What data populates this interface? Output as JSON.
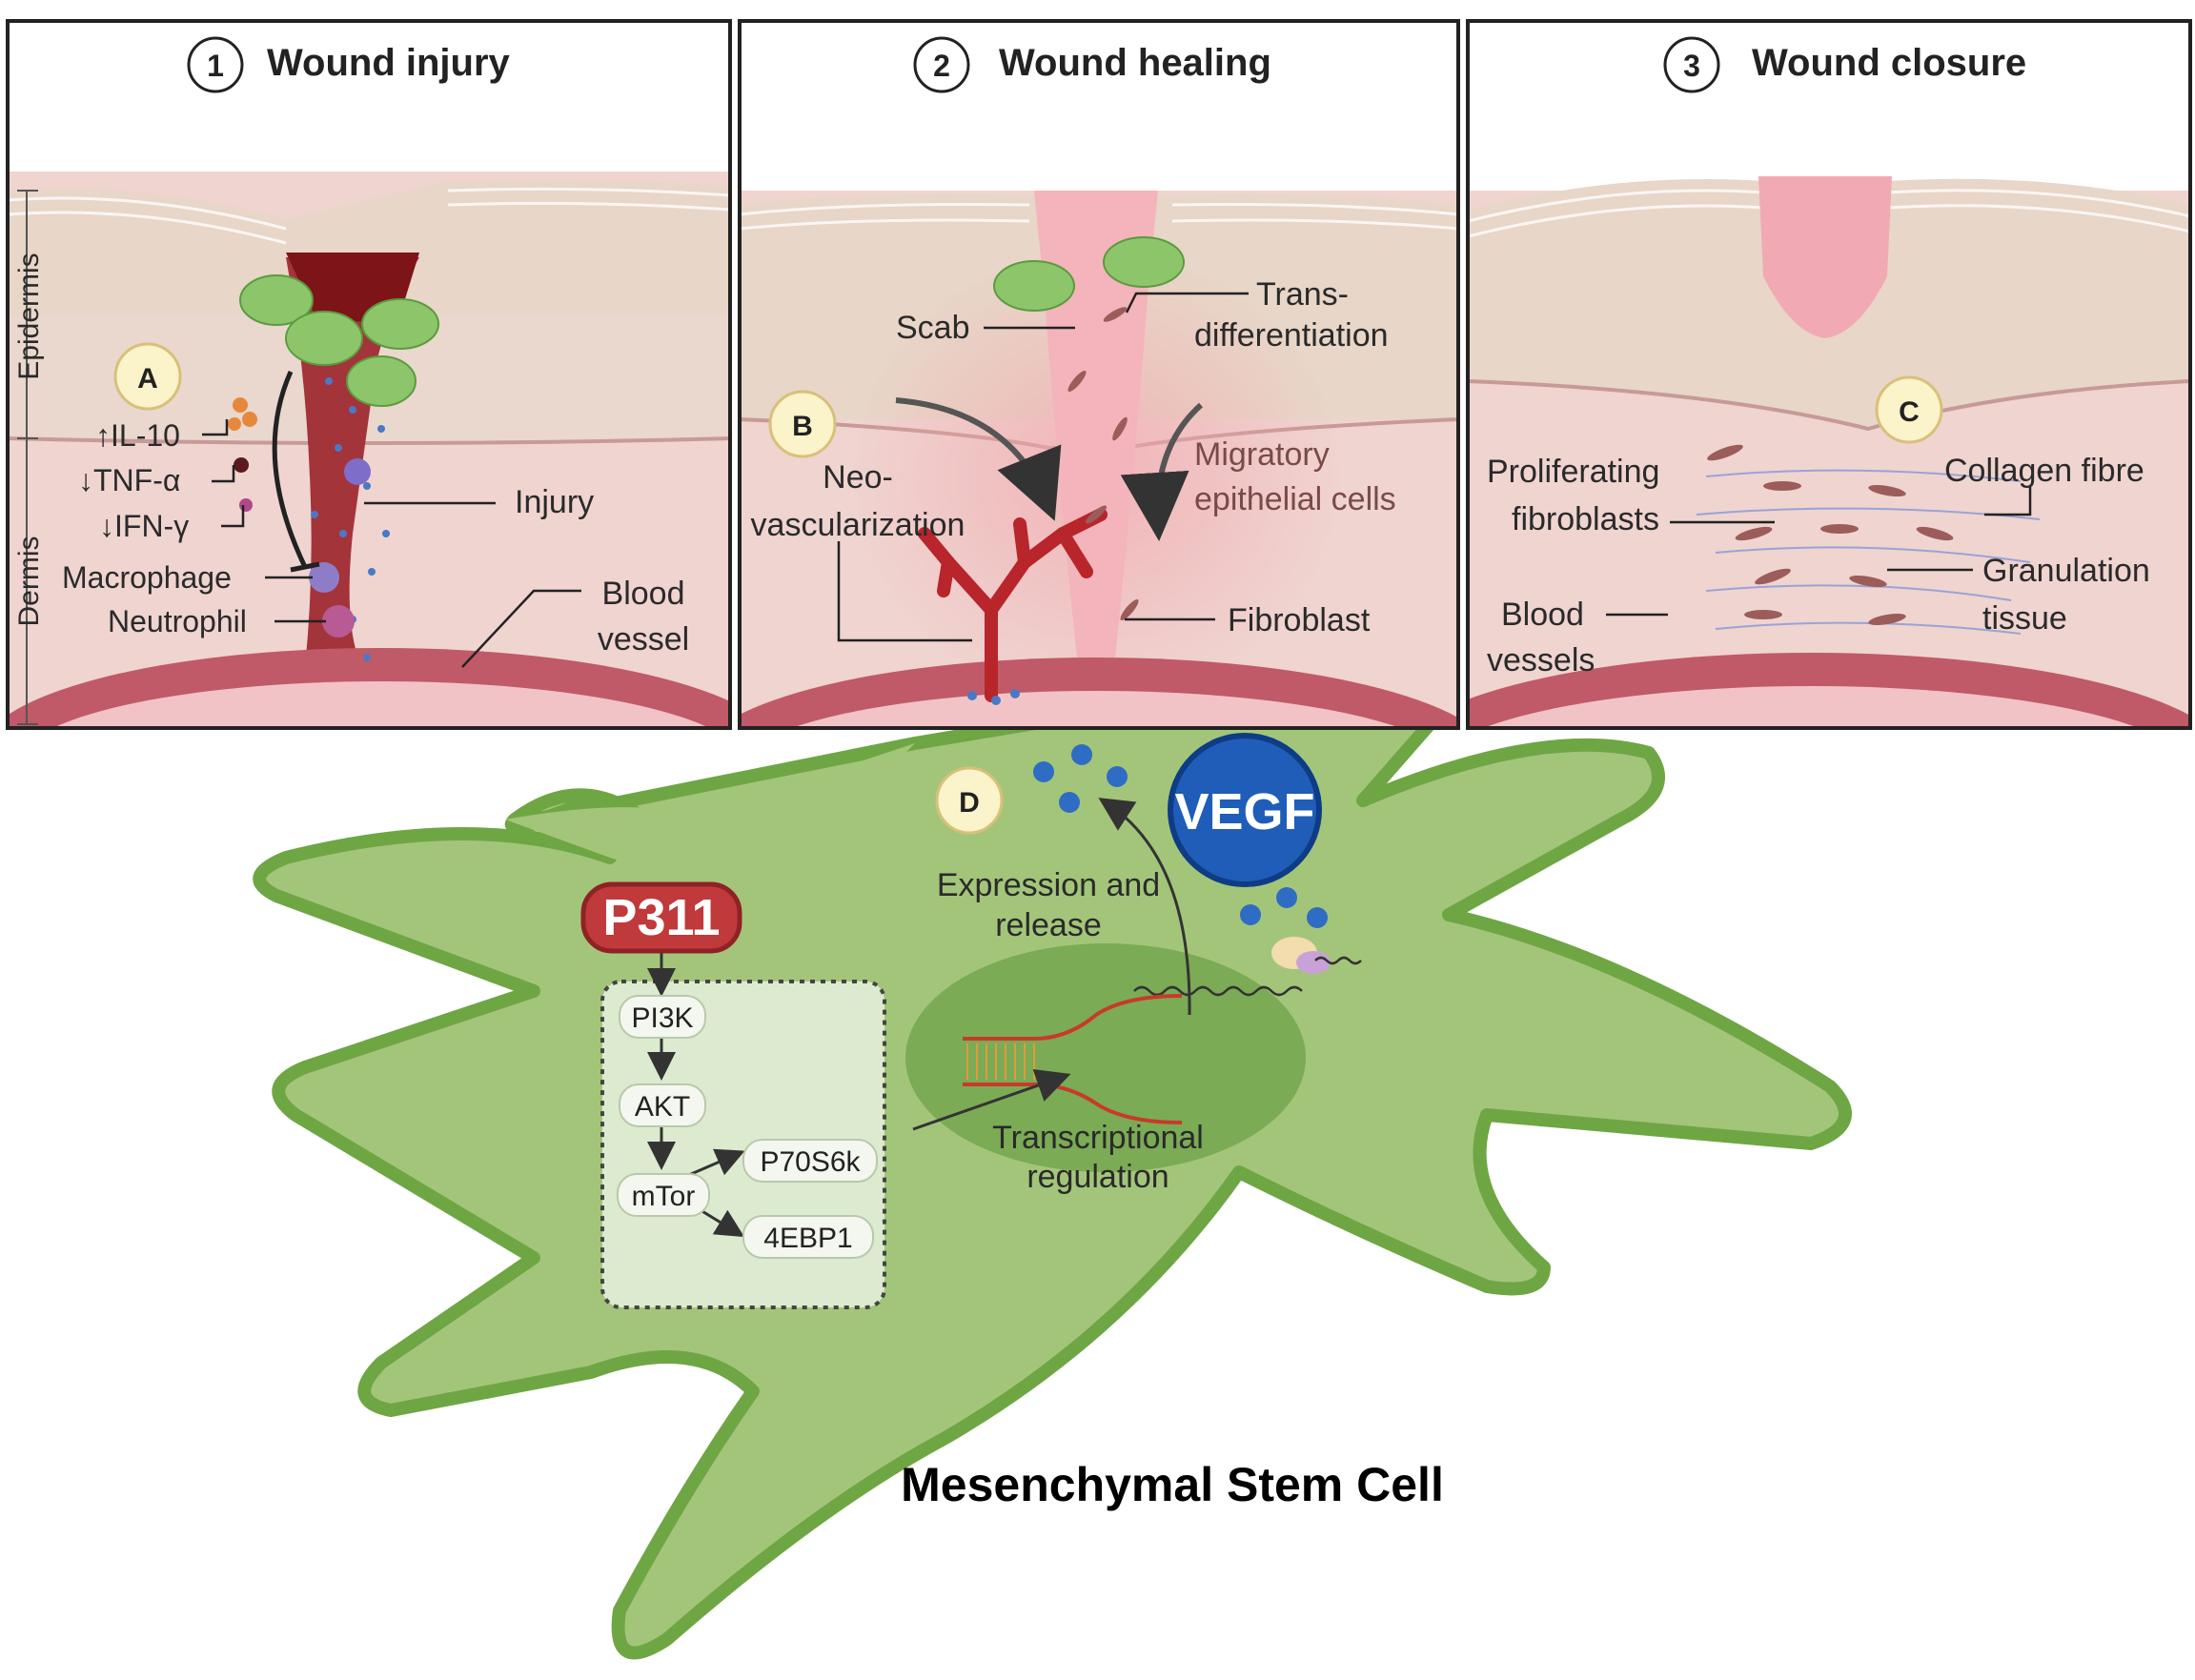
{
  "panels": [
    {
      "number": "1",
      "title": "Wound injury"
    },
    {
      "number": "2",
      "title": "Wound healing"
    },
    {
      "number": "3",
      "title": "Wound closure"
    }
  ],
  "layers": {
    "epidermis": "Epidermis",
    "dermis": "Dermis"
  },
  "panel1": {
    "badge": "A",
    "cytokines": [
      "↑IL-10",
      "↓TNF-α",
      "↓IFN-γ"
    ],
    "macrophage": "Macrophage",
    "neutrophil": "Neutrophil",
    "injury": "Injury",
    "blood_vessel": [
      "Blood",
      "vessel"
    ]
  },
  "panel2": {
    "badge": "B",
    "scab": "Scab",
    "transdiff": [
      "Trans-",
      "differentiation"
    ],
    "neovasc": [
      "Neo-",
      "vascularization"
    ],
    "migratory": [
      "Migratory",
      "epithelial cells"
    ],
    "fibroblast": "Fibroblast"
  },
  "panel3": {
    "badge": "C",
    "proliferating": [
      "Proliferating",
      "fibroblasts"
    ],
    "collagen": "Collagen fibre",
    "granulation": [
      "Granulation",
      "tissue"
    ],
    "blood_vessels": [
      "Blood",
      "vessels"
    ]
  },
  "cell": {
    "badge": "D",
    "vegf": "VEGF",
    "expression": [
      "Expression and",
      "release"
    ],
    "p311": "P311",
    "pathway": [
      "PI3K",
      "AKT",
      "mTor",
      "P70S6k",
      "4EBP1"
    ],
    "transcription": [
      "Transcriptional",
      "regulation"
    ],
    "name": "Mesenchymal Stem Cell"
  },
  "colors": {
    "skin_pink": "#efcfcc",
    "epidermis_tan": "#e9d8cc",
    "blood_red": "#8e1a1f",
    "cell_green": "#a3c57a",
    "cell_outline": "#6fa644",
    "nucleus_green": "#6ea24a",
    "vegf_blue": "#1f5db8",
    "p311_red": "#c0393b",
    "badge_fill": "#fbf3c9"
  }
}
